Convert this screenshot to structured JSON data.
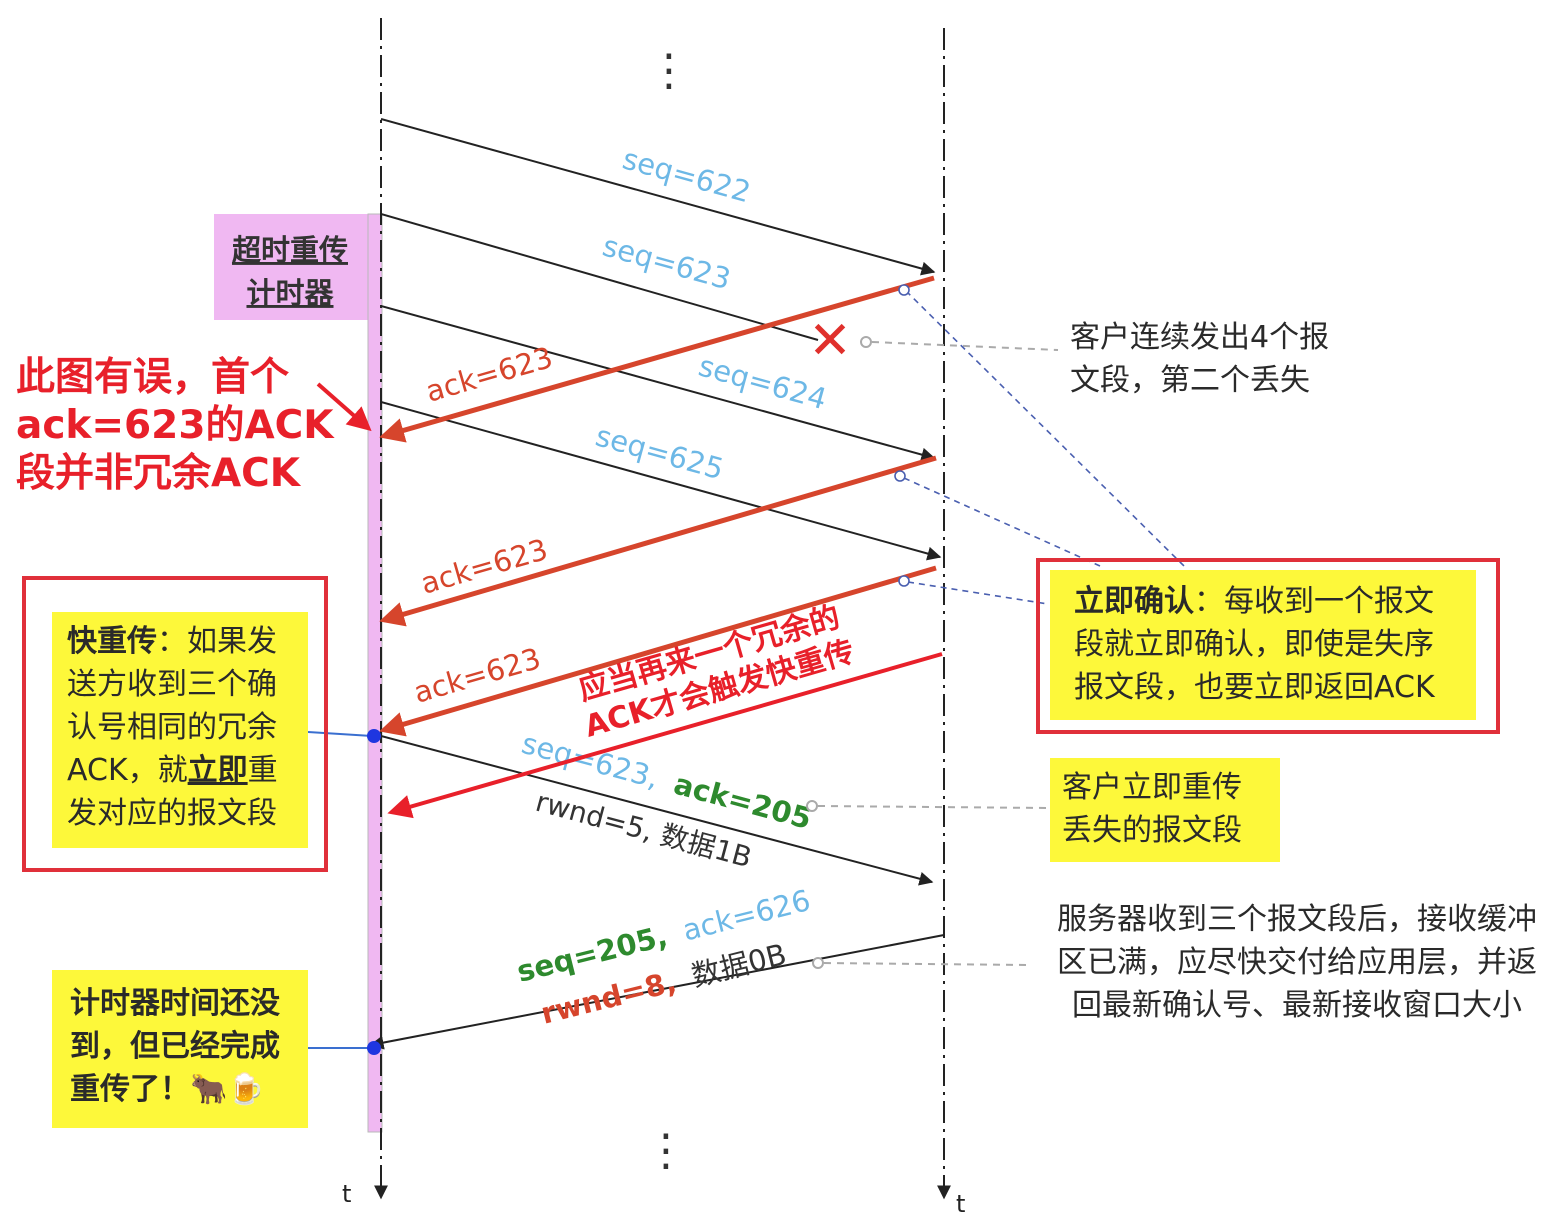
{
  "timer_label": [
    "超时重传",
    "计时器"
  ],
  "time_axis_label": "t",
  "vertical_ellipsis": "⋮",
  "segments": {
    "seq622": "seq=622",
    "seq623": "seq=623",
    "seq624": "seq=624",
    "seq625": "seq=625",
    "ack1": "ack=623",
    "ack2": "ack=623",
    "ack3": "ack=623",
    "retx_seq": "seq=623,",
    "retx_ack": "ack=205",
    "retx_line2": "rwnd=5, 数据1B",
    "srv_seq": "seq=205,",
    "srv_ack": "ack=626",
    "srv_rwnd": "rwnd=8,",
    "srv_data": "数据0B"
  },
  "lost_mark": "✕",
  "error_note": [
    "此图有误，首个",
    "ack=623的ACK",
    "段并非冗余ACK"
  ],
  "missing_ack_note": [
    "应当再来一个冗余的",
    "ACK才会触发快重传"
  ],
  "client_note": [
    "客户连续发出4个报",
    "文段，第二个丢失"
  ],
  "immediate_ack": {
    "title": "立即确认",
    "lines": [
      "：每收到一个报文",
      "段就立即确认，即使是失序",
      "报文段，也要立即返回ACK"
    ]
  },
  "fast_retx": {
    "title": "快重传",
    "line1_rest": "：如果发",
    "line2": "送方收到三个确",
    "line3": "认号相同的冗余",
    "line4_pre": "ACK，就",
    "line4_emph": "立即",
    "line4_post": "重",
    "line5": "发对应的报文段"
  },
  "client_retx_note": [
    "客户立即重传",
    "丢失的报文段"
  ],
  "server_note": [
    "服务器收到三个报文段后，接收缓冲",
    "区已满，应尽快交付给应用层，并返",
    "回最新确认号、最新接收窗口大小"
  ],
  "timer_note": [
    "计时器时间还没",
    "到，但已经完成",
    "重传了！"
  ],
  "timer_note_emoji": "🐂🍺",
  "colors": {
    "seq_blue": "#6db8e6",
    "ack_red": "#d6452c",
    "ack_green": "#2e8a2e",
    "highlight_yellow": "#fdf83a",
    "timer_pink": "#f0b8f2",
    "annotation_red": "#e8202a",
    "dash_gray": "#aaaaaa",
    "dash_blue": "#4a5fb0"
  }
}
